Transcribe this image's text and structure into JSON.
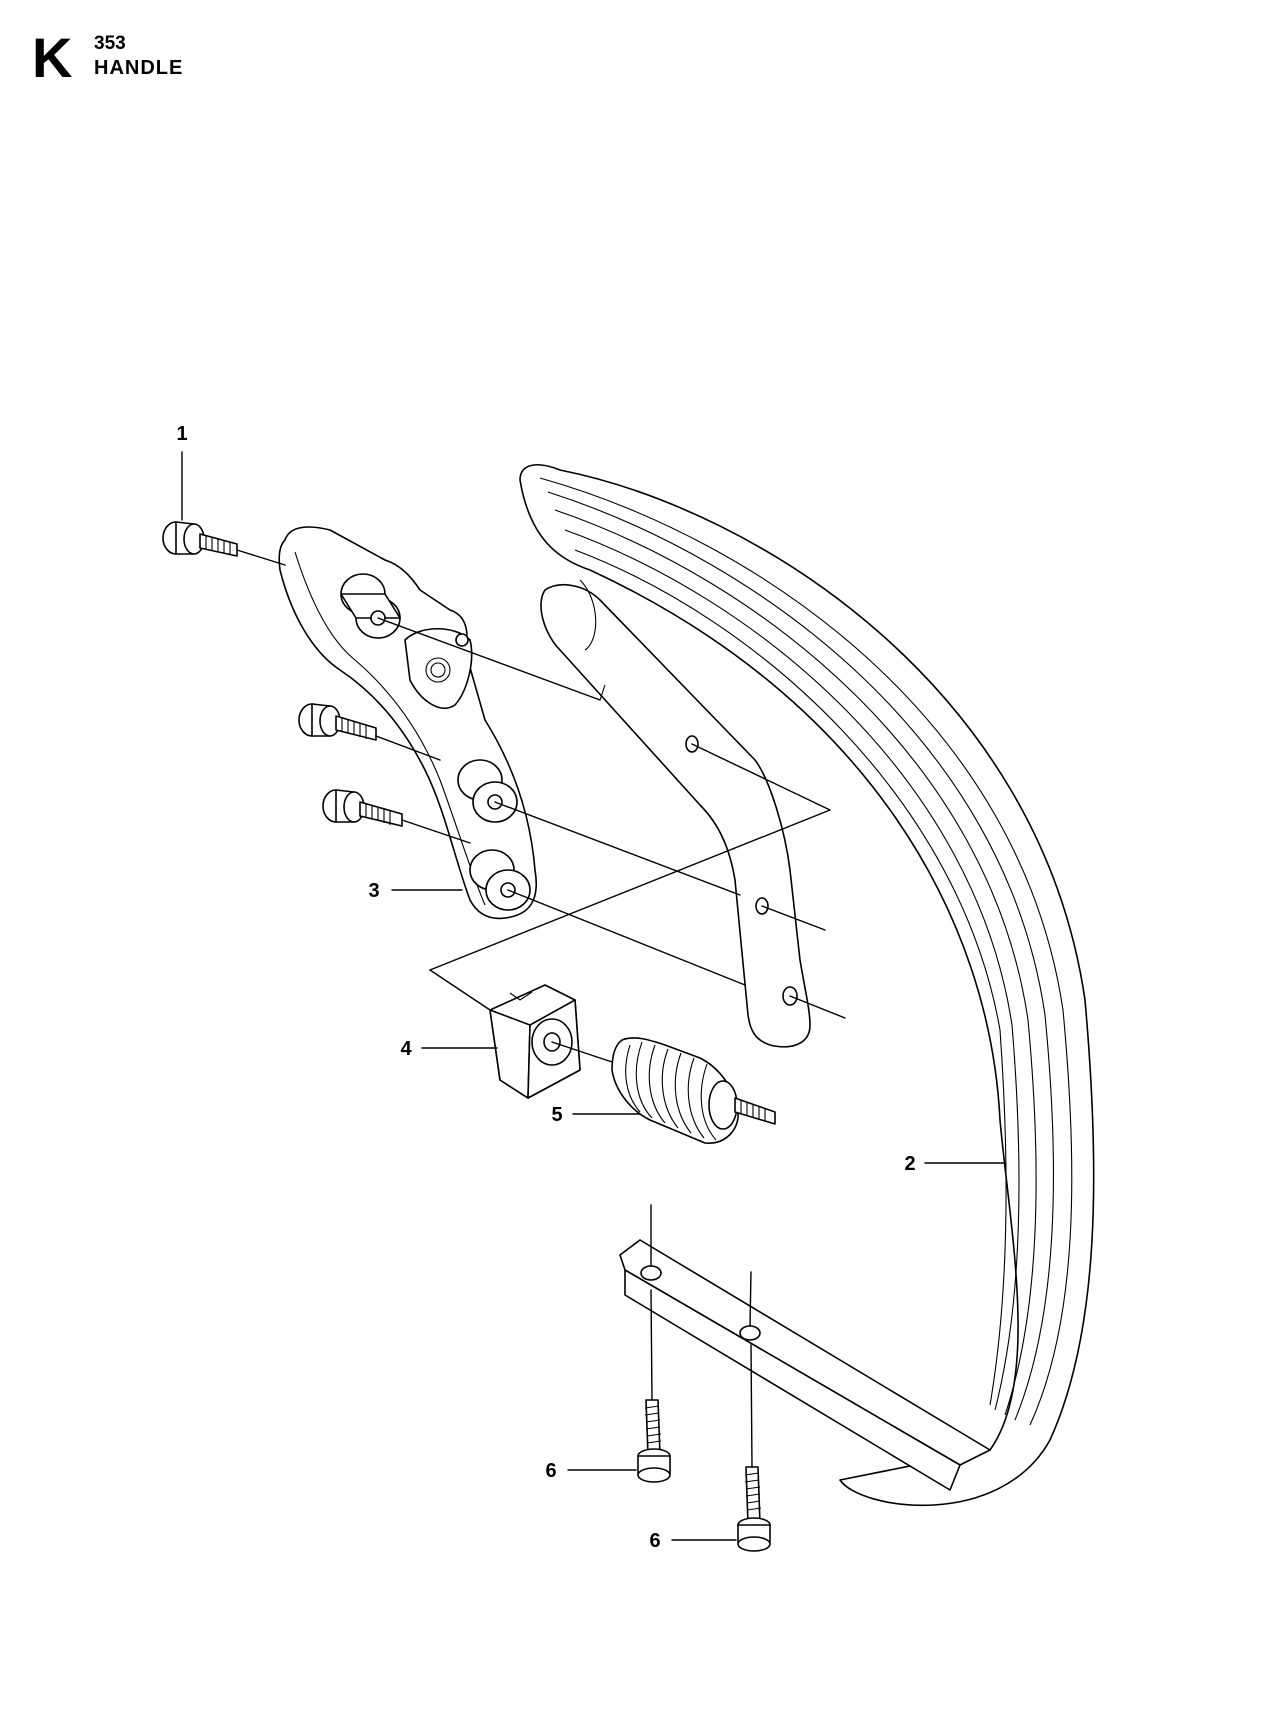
{
  "header": {
    "section_letter": "K",
    "model_number": "353",
    "title": "HANDLE"
  },
  "callouts": {
    "c1": "1",
    "c2": "2",
    "c3": "3",
    "c4": "4",
    "c5": "5",
    "c6a": "6",
    "c6b": "6"
  },
  "parts": [
    {
      "number": "1",
      "description": "screw (upper)"
    },
    {
      "number": "2",
      "description": "front handle"
    },
    {
      "number": "3",
      "description": "handle bracket"
    },
    {
      "number": "4",
      "description": "vibration damper holder"
    },
    {
      "number": "5",
      "description": "anti-vibration spring"
    },
    {
      "number": "6",
      "description": "screw (lower)"
    }
  ]
}
